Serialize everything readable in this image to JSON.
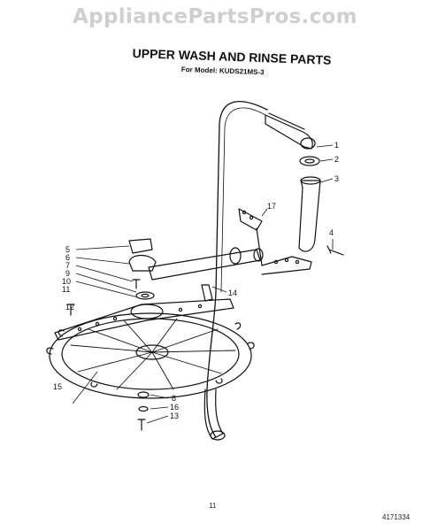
{
  "watermark": "AppliancePartsPros.com",
  "title": "UPPER WASH AND RINSE PARTS",
  "subtitle": "For Model: KUDS21MS-3",
  "callouts": [
    "1",
    "2",
    "3",
    "4",
    "5",
    "6",
    "7",
    "8",
    "9",
    "10",
    "11",
    "12",
    "13",
    "14",
    "15",
    "16",
    "17"
  ],
  "page_number": "11",
  "document_number": "4171334",
  "colors": {
    "line": "#111111",
    "watermark": "#cfcfcf"
  }
}
